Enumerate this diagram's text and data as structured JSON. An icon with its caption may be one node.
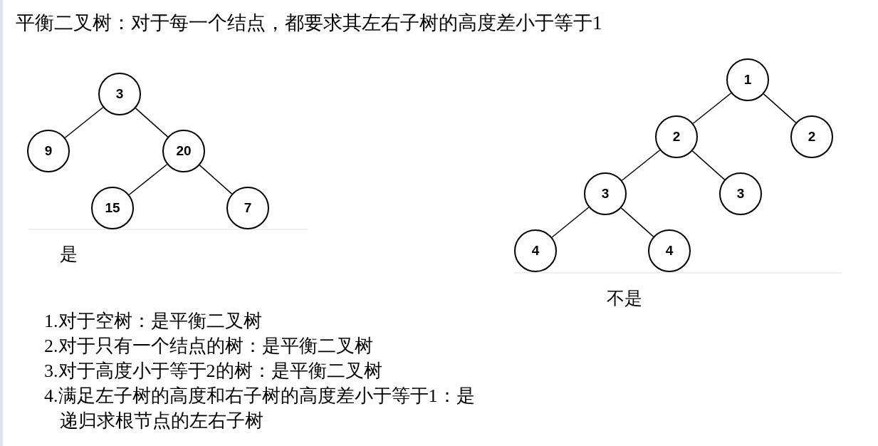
{
  "diagram": {
    "title": "平衡二叉树：对于每一个结点，都要求其左右子树的高度差小于等于1",
    "nodes": [
      {
        "text": [
          "3"
        ]
      },
      {
        "text": [
          "9"
        ]
      },
      {
        "text": [
          "20"
        ]
      },
      {
        "text": [
          "15"
        ]
      },
      {
        "text": [
          "7"
        ]
      },
      {
        "text": [
          "1"
        ]
      },
      {
        "text": [
          "2"
        ]
      },
      {
        "text": [
          "2"
        ]
      },
      {
        "text": [
          "3"
        ]
      },
      {
        "text": [
          "3"
        ]
      },
      {
        "text": [
          "4"
        ]
      },
      {
        "text": [
          "4"
        ]
      }
    ],
    "edges": [
      {
        "from": 0,
        "to": 1,
        "arrow": "none"
      },
      {
        "from": 0,
        "to": 2,
        "arrow": "none"
      },
      {
        "from": 2,
        "to": 3,
        "arrow": "none"
      },
      {
        "from": 2,
        "to": 4,
        "arrow": "none"
      },
      {
        "from": 5,
        "to": 6,
        "arrow": "none"
      },
      {
        "from": 5,
        "to": 7,
        "arrow": "none"
      },
      {
        "from": 6,
        "to": 8,
        "arrow": "none"
      },
      {
        "from": 6,
        "to": 9,
        "arrow": "none"
      },
      {
        "from": 8,
        "to": 10,
        "arrow": "none"
      },
      {
        "from": 8,
        "to": 11,
        "arrow": "none"
      }
    ],
    "labels": [
      "是",
      "不是",
      "1.对于空树：是平衡二叉树",
      "2.对于只有一个结点的树：是平衡二叉树",
      "3.对于高度小于等于2的树：是平衡二叉树",
      "4.满足左子树的高度和右子树的高度差小于等于1：是递归求根节点的左右子树"
    ]
  }
}
